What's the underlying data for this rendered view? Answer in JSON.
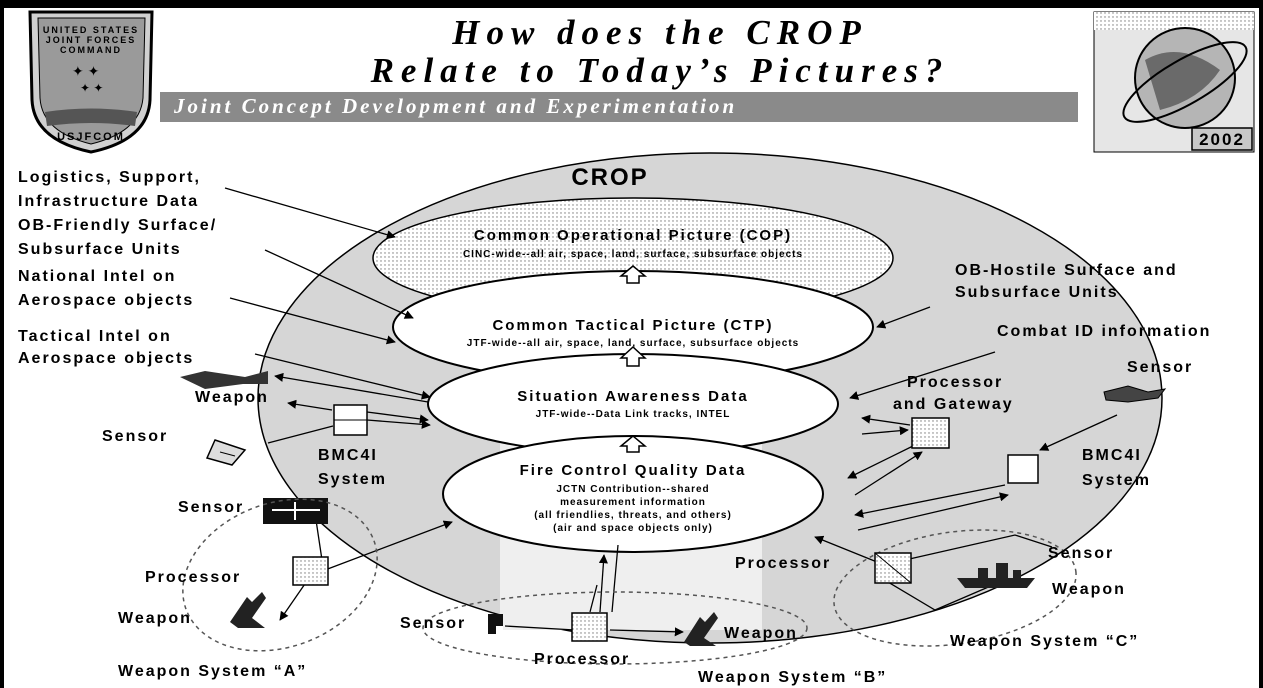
{
  "header": {
    "title_line1": "How does the CROP",
    "title_line2": "Relate to Today’s Pictures?",
    "subtitle": "Joint Concept Development and Experimentation",
    "seal_text_top1": "UNITED STATES",
    "seal_text_top2": "JOINT FORCES",
    "seal_text_top3": "COMMAND",
    "seal_text_bottom": "USJFCOM",
    "year_badge": "2002"
  },
  "crop_label": "CROP",
  "pictures": {
    "cop": {
      "title": "Common Operational Picture (COP)",
      "desc": "CINC-wide--all air, space, land, surface, subsurface objects"
    },
    "ctp": {
      "title": "Common Tactical Picture (CTP)",
      "desc": "JTF-wide--all air, space, land, surface, subsurface objects"
    },
    "sad": {
      "title": "Situation Awareness Data",
      "desc": "JTF-wide--Data Link tracks, INTEL"
    },
    "fcq": {
      "title": "Fire Control Quality Data",
      "desc1": "JCTN Contribution--shared",
      "desc2": "measurement information",
      "desc3": "(all friendlies, threats, and others)",
      "desc4": "(air and space objects only)"
    }
  },
  "left_inputs": {
    "logistics_1": "Logistics, Support,",
    "logistics_2": "Infrastructure Data",
    "ob_friendly_1": "OB-Friendly Surface/",
    "ob_friendly_2": "Subsurface Units",
    "national_1": "National Intel on",
    "national_2": "Aerospace objects",
    "tactical_1": "Tactical Intel on",
    "tactical_2": "Aerospace objects"
  },
  "right_inputs": {
    "ob_hostile_1": "OB-Hostile Surface and",
    "ob_hostile_2": "Subsurface Units",
    "combat_id": "Combat ID information"
  },
  "nodes": {
    "weapon_top_left": "Weapon",
    "sensor_left": "Sensor",
    "bmc4i_left_1": "BMC4I",
    "bmc4i_left_2": "System",
    "sensor_a": "Sensor",
    "processor_a": "Processor",
    "weapon_a": "Weapon",
    "system_a": "Weapon System “A”",
    "sensor_b": "Sensor",
    "processor_b": "Processor",
    "weapon_b": "Weapon",
    "system_b": "Weapon System “B”",
    "processor_gateway_1": "Processor",
    "processor_gateway_2": "and Gateway",
    "sensor_right": "Sensor",
    "bmc4i_right_1": "BMC4I",
    "bmc4i_right_2": "System",
    "processor_c": "Processor",
    "sensor_c": "Sensor",
    "weapon_c": "Weapon",
    "system_c": "Weapon System “C”"
  },
  "colors": {
    "crop_fill": "#d6d6d6",
    "banner_fill": "#8a8a8a",
    "inner_fill": "#ffffff",
    "line": "#000000"
  }
}
